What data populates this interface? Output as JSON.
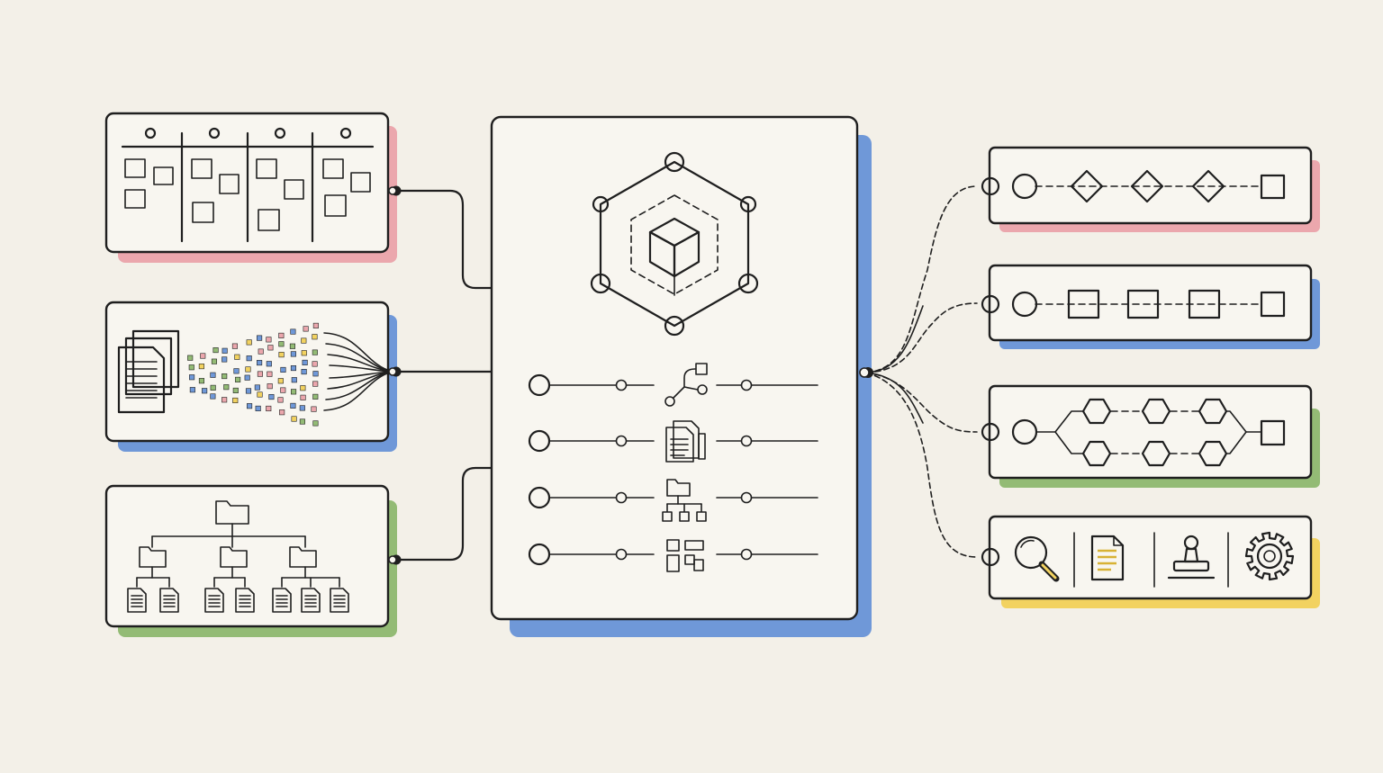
{
  "colors": {
    "background": "#f3f0e8",
    "card": "#f8f6f0",
    "ink": "#1f1f1f",
    "pink": "#eba7ad",
    "blue": "#6f98d8",
    "green": "#93bb75",
    "yellow": "#f2d260"
  },
  "inputs": [
    {
      "name": "kanban-board",
      "icon": "kanban-board-icon",
      "shadow": "pink"
    },
    {
      "name": "document-tokenizer",
      "icon": "document-stack-icon",
      "shadow": "blue"
    },
    {
      "name": "folder-hierarchy",
      "icon": "folder-tree-icon",
      "shadow": "green"
    }
  ],
  "hub": {
    "icon": "hexagon-cube-icon",
    "rows": [
      {
        "color": "pink",
        "icon": "branch-icon"
      },
      {
        "color": "blue",
        "icon": "documents-icon"
      },
      {
        "color": "green",
        "icon": "org-chart-icon"
      },
      {
        "color": "yellow",
        "icon": "grid-blocks-icon"
      }
    ]
  },
  "outputs": [
    {
      "name": "decision-flow",
      "color": "pink",
      "shape": "diamond"
    },
    {
      "name": "sequential-flow",
      "color": "blue",
      "shape": "square"
    },
    {
      "name": "parallel-flow",
      "color": "green",
      "shape": "hexagon"
    },
    {
      "name": "review-toolbar",
      "color": "yellow",
      "icons": [
        "magnifier-icon",
        "document-icon",
        "stamp-icon",
        "gear-icon"
      ]
    }
  ]
}
